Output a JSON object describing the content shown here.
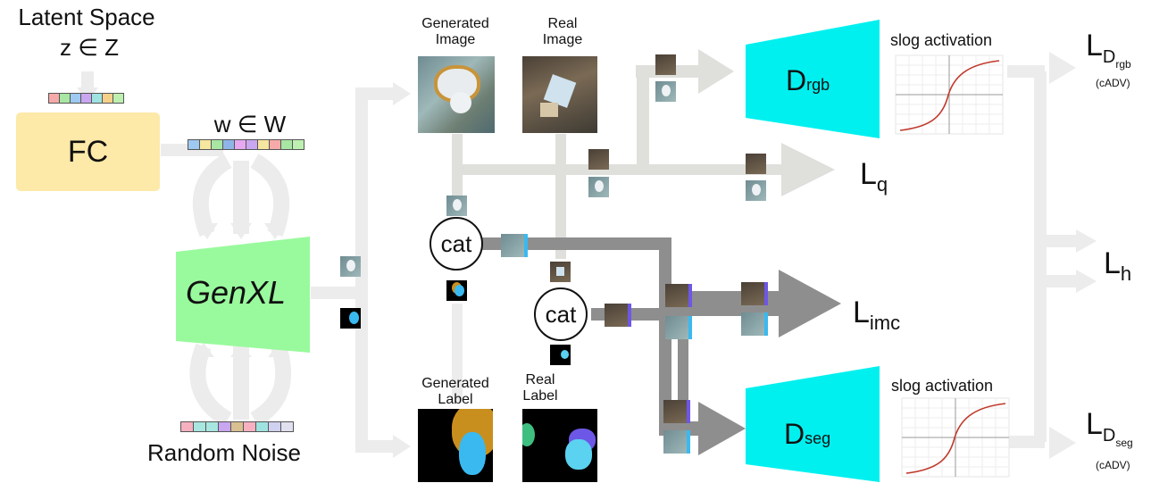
{
  "latent": {
    "title": "Latent Space",
    "math": "z ∈ Z"
  },
  "fc": {
    "label": "FC"
  },
  "w_space": {
    "math": "w ∈ W"
  },
  "generator": {
    "label": "GenXL"
  },
  "noise": {
    "label": "Random Noise"
  },
  "images": {
    "generated_image": "Generated\nImage",
    "real_image": "Real\nImage",
    "generated_label": "Generated\nLabel",
    "real_label": "Real\nLabel"
  },
  "ops": {
    "cat_top": "cat",
    "cat_bottom": "cat"
  },
  "discriminators": {
    "rgb": {
      "main": "D",
      "sub": "rgb"
    },
    "seg": {
      "main": "D",
      "sub": "seg"
    }
  },
  "activation": {
    "top": "slog activation",
    "bottom": "slog activation"
  },
  "losses": {
    "d_rgb": {
      "main": "L",
      "sub": "D",
      "subsub": "rgb",
      "note": "(cADV)"
    },
    "q": {
      "main": "L",
      "sub": "q"
    },
    "imc": {
      "main": "L",
      "sub": "imc"
    },
    "h": {
      "main": "L",
      "sub": "h"
    },
    "d_seg": {
      "main": "L",
      "sub": "D",
      "subsub": "seg",
      "note": "(cADV)"
    }
  },
  "colors": {
    "fc_fill": "#fde9a8",
    "generator_fill": "#99fa9d",
    "discriminator_fill": "#00f0f0",
    "light_flow": "#dfdfdb",
    "very_light_flow": "#ececec",
    "dark_flow": "#8e8e8e",
    "curve": "#c0392b"
  },
  "vectors": {
    "latent_cells": [
      "#f6a9a9",
      "#a8e6a3",
      "#9ec9f0",
      "#c8a6f0",
      "#9fe3e0",
      "#f5d08a",
      "#bdf0b0"
    ],
    "w_cells": [
      "#9ec9f0",
      "#f5e6a0",
      "#a8e6a3",
      "#8fb5e8",
      "#e6a8f0",
      "#c8a6f0",
      "#f5e6a0",
      "#f6a9a9",
      "#a8e6a3",
      "#bdf0b0"
    ],
    "noise_cells": [
      "#f6b0c0",
      "#a8e6e0",
      "#a8e6e0",
      "#c8a6f0",
      "#d8c090",
      "#f6b0c0",
      "#9fe3e0",
      "#d0d0f0",
      "#e0e0f0"
    ]
  }
}
